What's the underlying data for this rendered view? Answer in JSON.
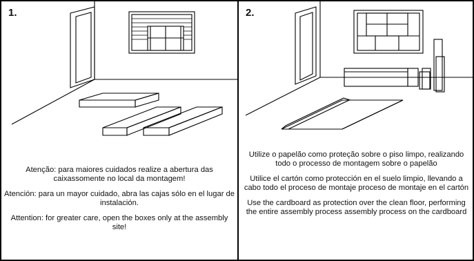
{
  "panels": [
    {
      "number": "1.",
      "paragraphs": [
        "Atenção: para maiores cuidados realize a abertura das caixassomente no local da montagem!",
        "Atención: para un mayor cuidado, abra las cajas sólo en el lugar de instalación.",
        "Attention: for greater care, open the boxes only at the assembly site!"
      ]
    },
    {
      "number": "2.",
      "paragraphs": [
        "Utilize o papelão como proteção sobre o piso limpo, realizando todo o processo de montagem sobre o papelão",
        "Utilice el cartón como protección en el suelo limpio, llevando a cabo todo el proceso de montaje proceso de montaje en el cartón",
        "Use the cardboard as protection over the clean floor, performing the entire assembly process assembly process on the cardboard"
      ]
    }
  ]
}
